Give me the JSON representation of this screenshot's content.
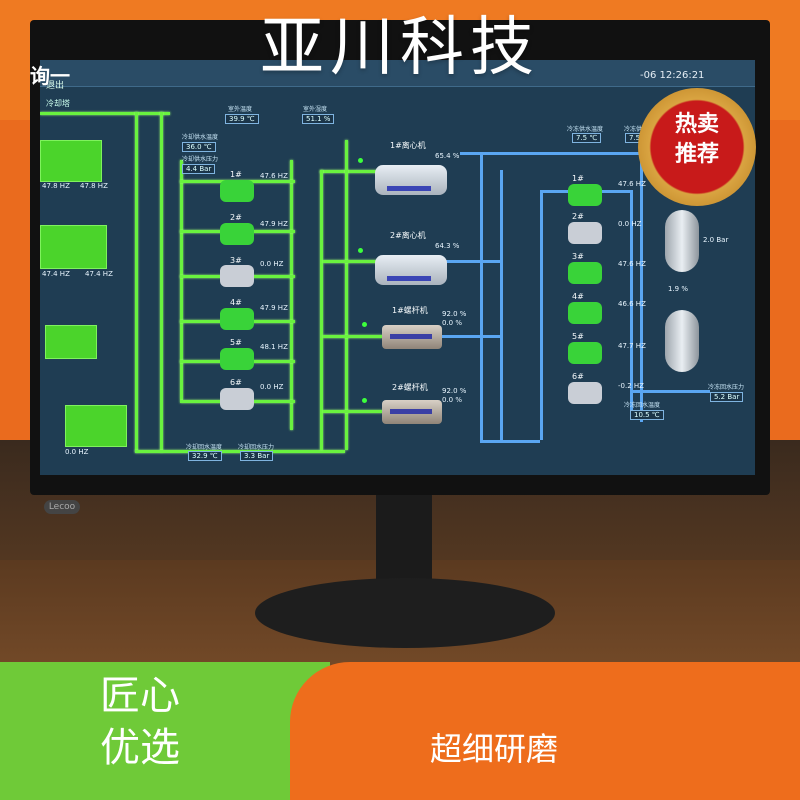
{
  "banner": {
    "title": "亚川科技"
  },
  "badge": {
    "line1": "热卖",
    "line2": "推荐"
  },
  "footer": {
    "left_line1": "匠心",
    "left_line2": "优选",
    "right_text": "超细研磨"
  },
  "screen": {
    "header_fragment": "询一",
    "exit": "退出",
    "time": "-06  12:26:21",
    "tower_section": "冷却塔",
    "monitor_logo": "Lecoo",
    "towers": [
      "47.8 HZ",
      "47.8 HZ",
      "47.4 HZ",
      "47.4 HZ",
      "0.0 HZ"
    ],
    "pumps_left": [
      {
        "name": "1#",
        "hz": "47.6 HZ"
      },
      {
        "name": "2#",
        "hz": "47.9 HZ"
      },
      {
        "name": "3#",
        "hz": "0.0 HZ"
      },
      {
        "name": "4#",
        "hz": "47.9 HZ"
      },
      {
        "name": "5#",
        "hz": "48.1 HZ"
      },
      {
        "name": "6#",
        "hz": "0.0 HZ"
      }
    ],
    "pumps_right": [
      {
        "name": "1#",
        "hz": "47.6 HZ"
      },
      {
        "name": "2#",
        "hz": "0.0 HZ"
      },
      {
        "name": "3#",
        "hz": "47.6 HZ"
      },
      {
        "name": "4#",
        "hz": "46.6 HZ"
      },
      {
        "name": "5#",
        "hz": "47.7 HZ"
      },
      {
        "name": "6#",
        "hz": "-0.2 HZ"
      }
    ],
    "chillers": [
      {
        "name": "1#离心机",
        "pct": "65.4 %"
      },
      {
        "name": "2#离心机",
        "pct": "64.3 %"
      }
    ],
    "screws": [
      {
        "name": "1#螺杆机",
        "pct1": "92.0 %",
        "pct2": "0.0 %"
      },
      {
        "name": "2#螺杆机",
        "pct1": "92.0 %",
        "pct2": "0.0 %"
      }
    ],
    "readouts": {
      "outdoor_temp_label": "室外温度",
      "outdoor_temp": "39.9 ℃",
      "outdoor_hum_label": "室外湿度",
      "outdoor_hum": "51.1 %",
      "cw_supply_label": "冷却供水温度",
      "cw_supply": "36.0 ℃",
      "cw_press_label": "冷却供水压力",
      "cw_press": "4.4 Bar",
      "cw_return_label": "冷却回水温度",
      "cw_return": "32.9 ℃",
      "cw_return_press_label": "冷却回水压力",
      "cw_return_press": "3.3 Bar",
      "chw_supply_label": "冷冻供水温度",
      "chw_supply": "7.5 ℃",
      "chw_press_label": "冷冻供水压力",
      "chw_press": "7.5 Bar",
      "chw_return_label": "冷冻回水温度",
      "chw_return": "10.5 ℃",
      "chw_return_press_label": "冷冻回水压力",
      "chw_return_press": "5.2 Bar",
      "tank_level": "1.9 %",
      "tank_bar": "2.0 Bar"
    }
  }
}
